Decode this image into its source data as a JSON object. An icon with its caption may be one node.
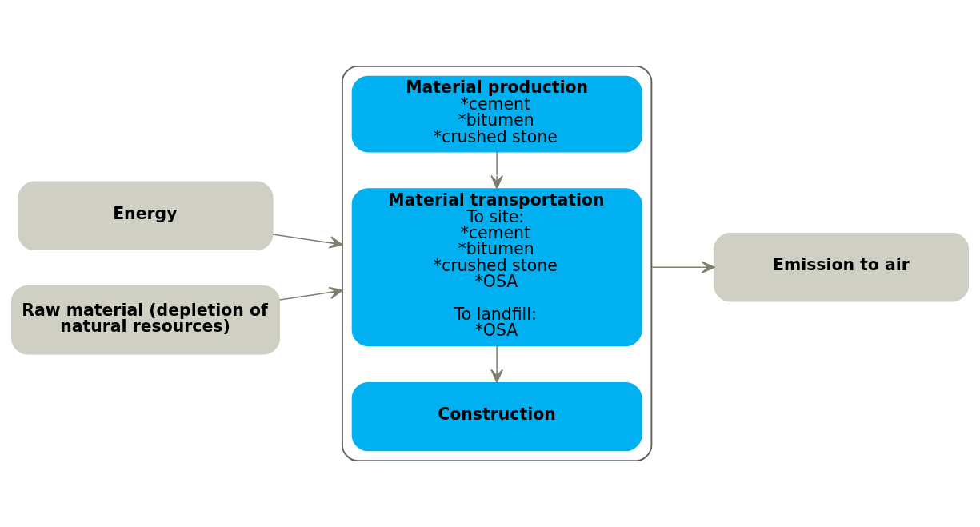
{
  "diagram": {
    "nodes": [
      {
        "text": [],
        "shape": "box"
      },
      {
        "text": [
          "Material production",
          "*cement",
          "*bitumen",
          "*crushed stone"
        ],
        "in": 0
      },
      {
        "text": [
          "Material transportation",
          "To site:",
          "*cement",
          "*bitumen",
          "*crushed stone",
          "*OSA",
          "To landfill:",
          "*OSA"
        ],
        "in": 0
      },
      {
        "text": [
          "Construction"
        ],
        "in": 0
      },
      {
        "text": [
          "Energy"
        ]
      },
      {
        "text": [
          "Raw material (depletion of natural resources)"
        ]
      },
      {
        "text": [
          "Emission to air"
        ]
      }
    ],
    "edges": [
      {
        "from": 4,
        "to": 0,
        "arrow": "to"
      },
      {
        "from": 5,
        "to": 0,
        "arrow": "to"
      },
      {
        "from": 1,
        "to": 2,
        "arrow": "to"
      },
      {
        "from": 2,
        "to": 3,
        "arrow": "to"
      },
      {
        "from": 0,
        "to": 6,
        "arrow": "to"
      }
    ]
  }
}
